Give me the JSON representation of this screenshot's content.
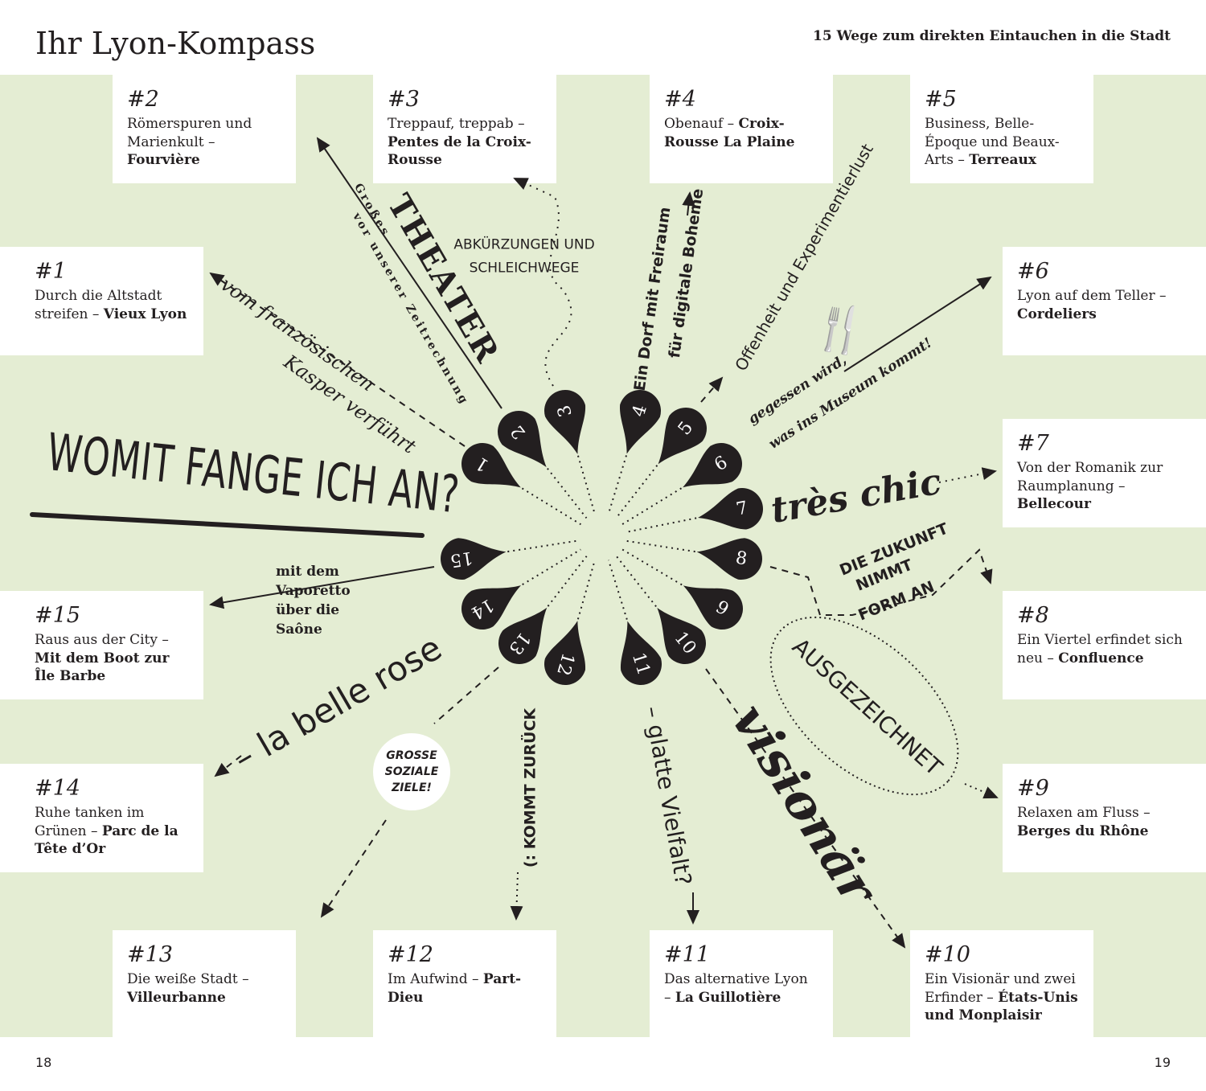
{
  "header": {
    "title": "Ihr Lyon-Kompass",
    "subtitle": "15 Wege zum direkten Eintauchen in die Stadt"
  },
  "page_numbers": {
    "left": "18",
    "right": "19"
  },
  "cards": [
    {
      "num": "#1",
      "text": "Durch die Altstadt streifen – ",
      "bold": "Vieux Lyon"
    },
    {
      "num": "#2",
      "text": "Römerspuren und Marienkult – ",
      "bold": "Fourvière"
    },
    {
      "num": "#3",
      "text": "Treppauf, treppab – ",
      "bold": "Pentes de la Croix-Rousse"
    },
    {
      "num": "#4",
      "text": "Obenauf – ",
      "bold": "Croix-Rousse La Plaine"
    },
    {
      "num": "#5",
      "text": "Business, Belle-Époque und Beaux-Arts – ",
      "bold": "Terreaux"
    },
    {
      "num": "#6",
      "text": "Lyon auf dem Teller – ",
      "bold": "Cordeliers"
    },
    {
      "num": "#7",
      "text": "Von der Romanik zur Raumplanung – ",
      "bold": "Bellecour"
    },
    {
      "num": "#8",
      "text": "Ein Viertel erfindet sich neu – ",
      "bold": "Confluence"
    },
    {
      "num": "#9",
      "text": "Relaxen am Fluss – ",
      "bold": "Berges du Rhône"
    },
    {
      "num": "#10",
      "text": "Ein Visionär und zwei Erfinder – ",
      "bold": "États-Unis und Monplaisir"
    },
    {
      "num": "#11",
      "text": "Das alternative Lyon – ",
      "bold": "La Guillotière"
    },
    {
      "num": "#12",
      "text": "Im Aufwind – ",
      "bold": "Part-Dieu"
    },
    {
      "num": "#13",
      "text": "Die weiße Stadt – ",
      "bold": "Villeurbanne"
    },
    {
      "num": "#14",
      "text": "Ruhe tanken im Grünen – ",
      "bold": "Parc de la Tête d’Or"
    },
    {
      "num": "#15",
      "text": "Raus aus der City – ",
      "bold": "Mit dem Boot zur Île Barbe"
    }
  ],
  "pins": [
    "1",
    "2",
    "3",
    "4",
    "5",
    "6",
    "7",
    "8",
    "9",
    "10",
    "11",
    "12",
    "13",
    "14",
    "15"
  ],
  "annotations": {
    "headline": "WOMIT FANGE ICH AN?",
    "kasper_1": "vom französischen",
    "kasper_2": "Kasper verführt",
    "theater_1": "Großes",
    "theater_2": "vor unserer Zeitrechnung",
    "theater_big": "THEATER",
    "shortcuts_1": "ABKÜRZUNGEN UND",
    "shortcuts_2": "SCHLEICHWEGE",
    "dorf_1": "Ein Dorf mit Freiraum",
    "dorf_2": "für digitale Boheme",
    "offenheit": "Offenheit und Experimentierlust",
    "museum_1": "gegessen wird,",
    "museum_2": "was ins Museum kommt!",
    "chic": "très chic",
    "zukunft_1": "DIE ZUKUNFT",
    "zukunft_2": "NIMMT",
    "zukunft_3": "FORM AN",
    "ausgezeichnet": "AUSGEZEICHNET",
    "visionaer": "visionär",
    "vielfalt": "– glatte Vielfalt?",
    "zurueck": "(: KOMMT ZURÜCK",
    "rose": "– la belle rose",
    "soziale": "GROSSE SOZIALE ZIELE!",
    "vaporetto_1": "mit dem",
    "vaporetto_2": "Vaporetto",
    "vaporetto_3": "über die",
    "vaporetto_4": "Saône"
  },
  "colors": {
    "background": "#e4edd3",
    "ink": "#231f20",
    "card": "#ffffff"
  }
}
